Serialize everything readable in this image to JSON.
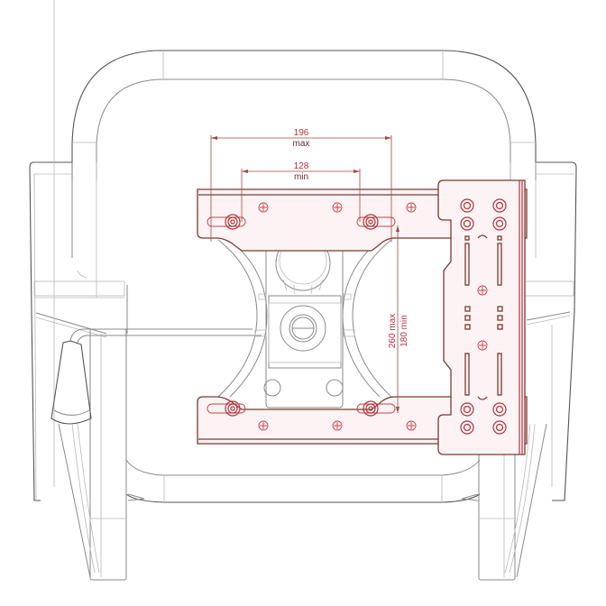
{
  "diagram": {
    "subject": "Seat top view with swivel mounting plate",
    "colors": {
      "outline": "#8a8a8a",
      "mount_plate": "#b0333c",
      "plate_edge": "#7a3a30",
      "highlight": "#fbe3e8",
      "background": "#ffffff"
    },
    "dimensions": {
      "width_max": {
        "value": "196",
        "label": "max"
      },
      "width_min": {
        "value": "128",
        "label": "min"
      },
      "length_max": "260 max",
      "length_min": "180 min"
    },
    "components": [
      "seat-cushion",
      "left-armrest",
      "right-armrest",
      "adjustment-lever",
      "swivel-mounting-plate",
      "side-rail-bracket",
      "height-adjust-knob",
      "swivel-lock"
    ]
  }
}
